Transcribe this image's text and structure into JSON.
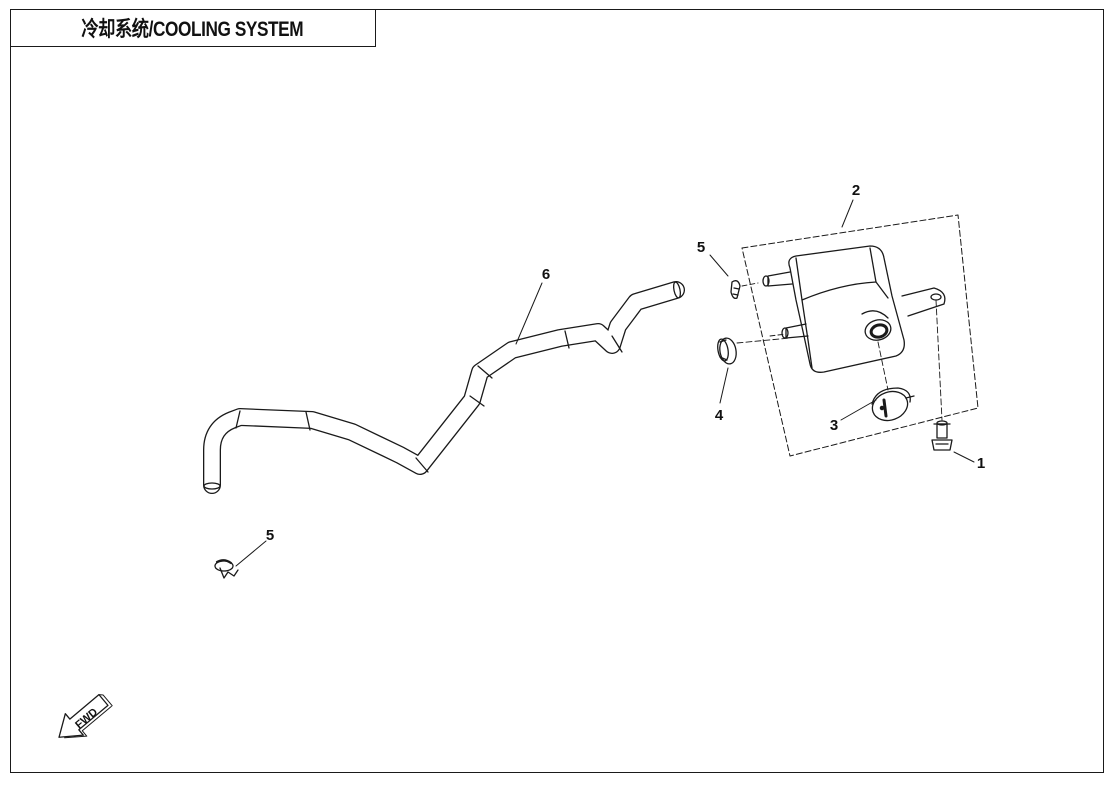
{
  "title": "冷却系统/COOLING SYSTEM",
  "callouts": [
    {
      "id": "1",
      "label": "1"
    },
    {
      "id": "2",
      "label": "2"
    },
    {
      "id": "3",
      "label": "3"
    },
    {
      "id": "4",
      "label": "4"
    },
    {
      "id": "5a",
      "label": "5"
    },
    {
      "id": "5b",
      "label": "5"
    },
    {
      "id": "6",
      "label": "6"
    }
  ],
  "fwd_label": "FWD",
  "colors": {
    "line": "#1a1a1a",
    "background": "#ffffff"
  }
}
